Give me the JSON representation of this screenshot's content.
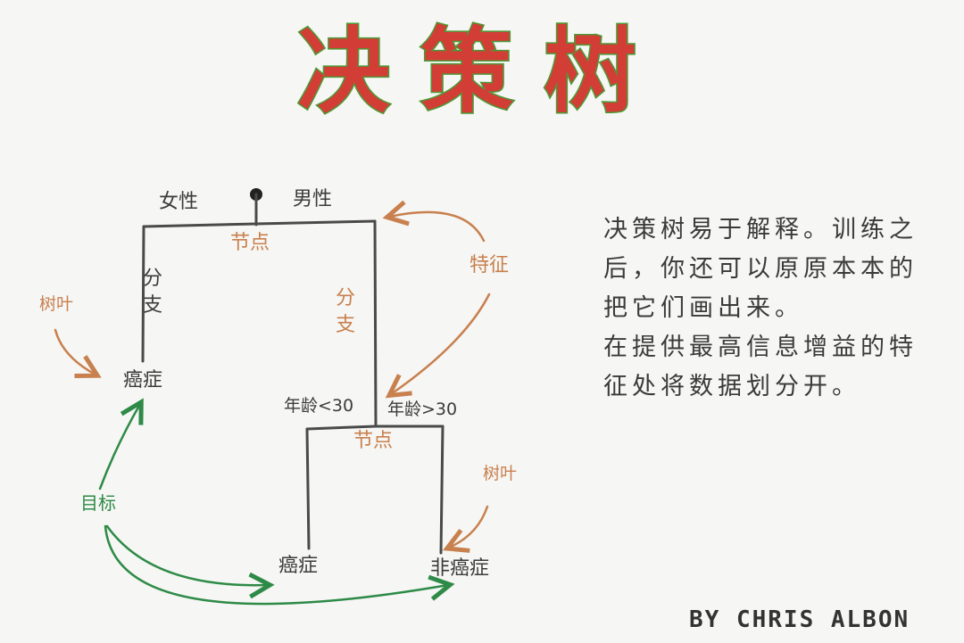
{
  "title": "决策树",
  "diagram": {
    "root": {
      "left_branch": "女性",
      "right_branch": "男性",
      "node": "节点"
    },
    "left_edge": "分支",
    "right_edge": "分支",
    "left_leaf": "癌症",
    "split2": {
      "left_branch": "年龄<30",
      "right_branch": "年龄>30",
      "node": "节点"
    },
    "leaf_bottom_left": "癌症",
    "leaf_bottom_right": "非癌症",
    "annotations": {
      "leaf_left": "树叶",
      "feature": "特征",
      "leaf_right": "树叶",
      "target": "目标"
    },
    "colors": {
      "title": "#d23e36",
      "title_outline": "#4c9a36",
      "orange": "#c8804e",
      "green": "#2e8a47",
      "ink": "#3b3b3b"
    }
  },
  "description": [
    "决策树易于解释。训练之后，你还可以原原本本的把它们画出来。",
    "在提供最高信息增益的特征处将数据划分开。"
  ],
  "credit": "BY CHRIS ALBON"
}
